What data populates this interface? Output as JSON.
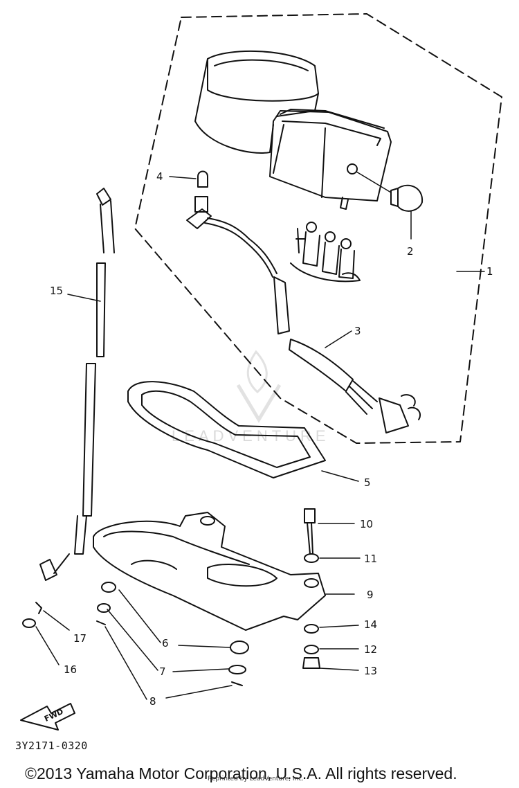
{
  "diagram": {
    "callouts": [
      "1",
      "2",
      "3",
      "4",
      "5",
      "6",
      "7",
      "8",
      "9",
      "10",
      "11",
      "12",
      "13",
      "14",
      "15",
      "16",
      "17"
    ],
    "fwd_label": "FWD",
    "part_code": "3Y2171-0320",
    "watermark": "LEADVENTURE",
    "reprint_notice": "Reprinted by LeadVenture, Inc.",
    "copyright": "©2013 Yamaha Motor Corporation, U.S.A. All rights reserved."
  }
}
